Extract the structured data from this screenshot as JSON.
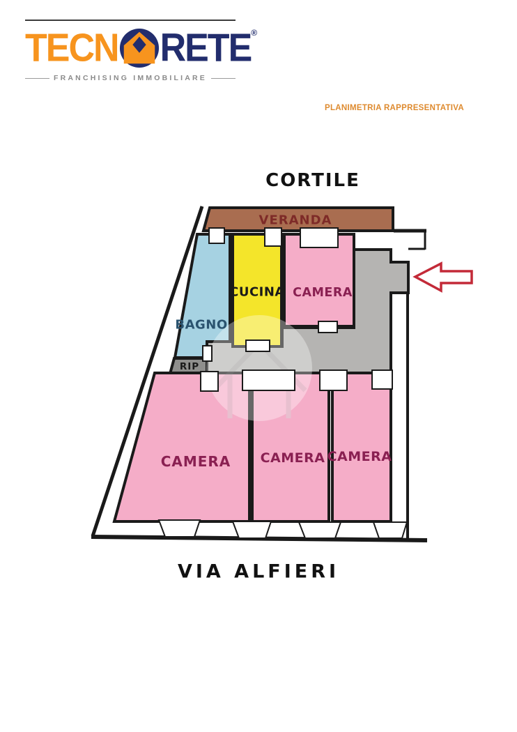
{
  "header": {
    "logo": {
      "part1": "TECN",
      "part2": "RETE",
      "registered": "®",
      "tagline": "FRANCHISING IMMOBILIARE"
    },
    "subtitle": "PLANIMETRIA RAPPRESENTATIVA"
  },
  "plan": {
    "area_top_label": "CORTILE",
    "street_label": "VIA ALFIERI",
    "rooms": {
      "veranda": "VERANDA",
      "bagno": "BAGNO",
      "cucina": "CUCINA",
      "camera_top": "CAMERA",
      "rip": "RIP",
      "camera_left": "CAMERA",
      "camera_middle": "CAMERA",
      "camera_right": "CAMERA"
    }
  },
  "colors": {
    "logo_orange": "#F7941E",
    "logo_navy": "#222D6D",
    "subtitle_orange": "#DE8A2E",
    "veranda_fill": "#A96D50",
    "veranda_text": "#7E2B28",
    "bagno_fill": "#A6D2E2",
    "bagno_text": "#2A536F",
    "cucina_fill": "#F4E52A",
    "cucina_text": "#1A1A1A",
    "camera_fill": "#F5ADC8",
    "camera_text": "#8A2052",
    "corridor_fill": "#B5B4B2",
    "rip_fill": "#8F8F8D",
    "rip_text": "#1A1A1A",
    "wall": "#1A1A1A",
    "arrow_red": "#C32A38",
    "plan_text": "#111111"
  }
}
